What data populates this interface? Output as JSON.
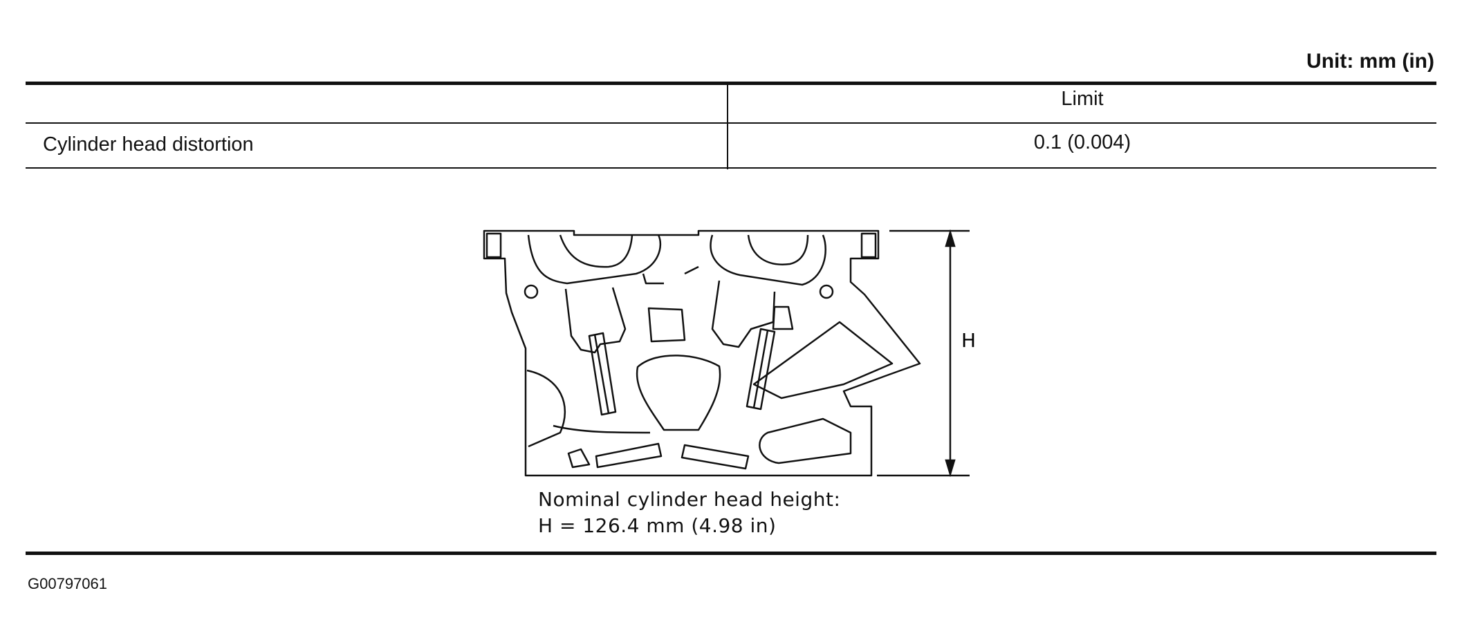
{
  "table": {
    "unit": "Unit: mm (in)",
    "header_limit": "Limit",
    "rows": [
      {
        "item": "Cylinder head distortion",
        "limit": "0.1 (0.004)"
      }
    ]
  },
  "figure": {
    "dimension_label": "H",
    "caption_line1": "Nominal cylinder head height:",
    "caption_line2": "H = 126.4 mm (4.98 in)"
  },
  "footer": {
    "code": "G00797061"
  }
}
